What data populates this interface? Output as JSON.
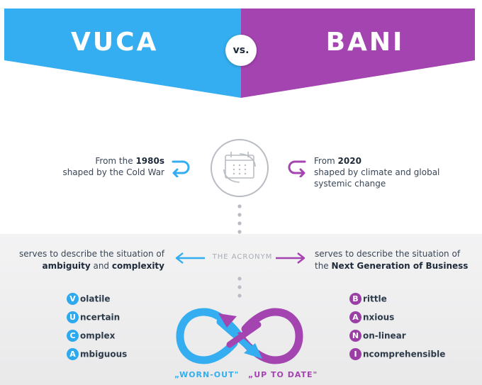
{
  "header": {
    "left_title": "VUCA",
    "vs_label": "vs.",
    "right_title": "BANI",
    "left_color": "#34aef0",
    "right_color": "#a444b0"
  },
  "left": {
    "era_prefix": "From the ",
    "era_value": "1980s",
    "era_line2": "shaped by the Cold War",
    "desc_line1": "serves to describe the situation of",
    "desc_bold1": "ambiguity",
    "desc_and": " and ",
    "desc_bold2": "complexity",
    "items": [
      {
        "letter": "V",
        "rest": "olatile"
      },
      {
        "letter": "U",
        "rest": "ncertain"
      },
      {
        "letter": "C",
        "rest": "omplex"
      },
      {
        "letter": "A",
        "rest": "mbiguous"
      }
    ],
    "caption": "„WORN-OUT\""
  },
  "right": {
    "era_prefix": "From ",
    "era_value": "2020",
    "era_line2": "shaped by climate and global",
    "era_line3": "systemic change",
    "desc_line1": "serves to describe the situation of",
    "desc_the": "the ",
    "desc_bold": "Next Generation of Business",
    "items": [
      {
        "letter": "B",
        "rest": "rittle"
      },
      {
        "letter": "A",
        "rest": "nxious"
      },
      {
        "letter": "N",
        "rest": "on-linear"
      },
      {
        "letter": "I",
        "rest": "ncomprehensible"
      }
    ],
    "caption": "„UP TO DATE\""
  },
  "center": {
    "acronym_label": "THE ACRONYM",
    "calendar_icon": "calendar-cycle-icon",
    "infinity_icon": "infinity-icon"
  }
}
